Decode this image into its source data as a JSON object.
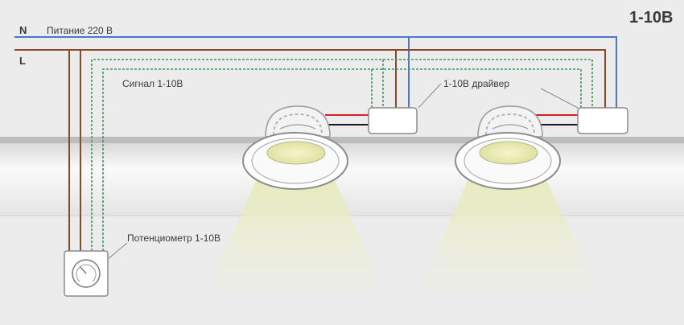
{
  "title": "1-10В",
  "labels": {
    "neutral": "N",
    "line": "L",
    "power": "Питание 220 В",
    "signal": "Сигнал 1-10В",
    "driver": "1-10В драйвер",
    "potentiometer": "Потенциометр 1-10В"
  },
  "colors": {
    "background": "#ececec",
    "neutral_wire": "#4a78c8",
    "line_wire": "#8a4a26",
    "signal_wire": "#3c9a56",
    "driver_red": "#d42020",
    "driver_black": "#1a1a1a",
    "light_beam": "#e6ebb4"
  }
}
